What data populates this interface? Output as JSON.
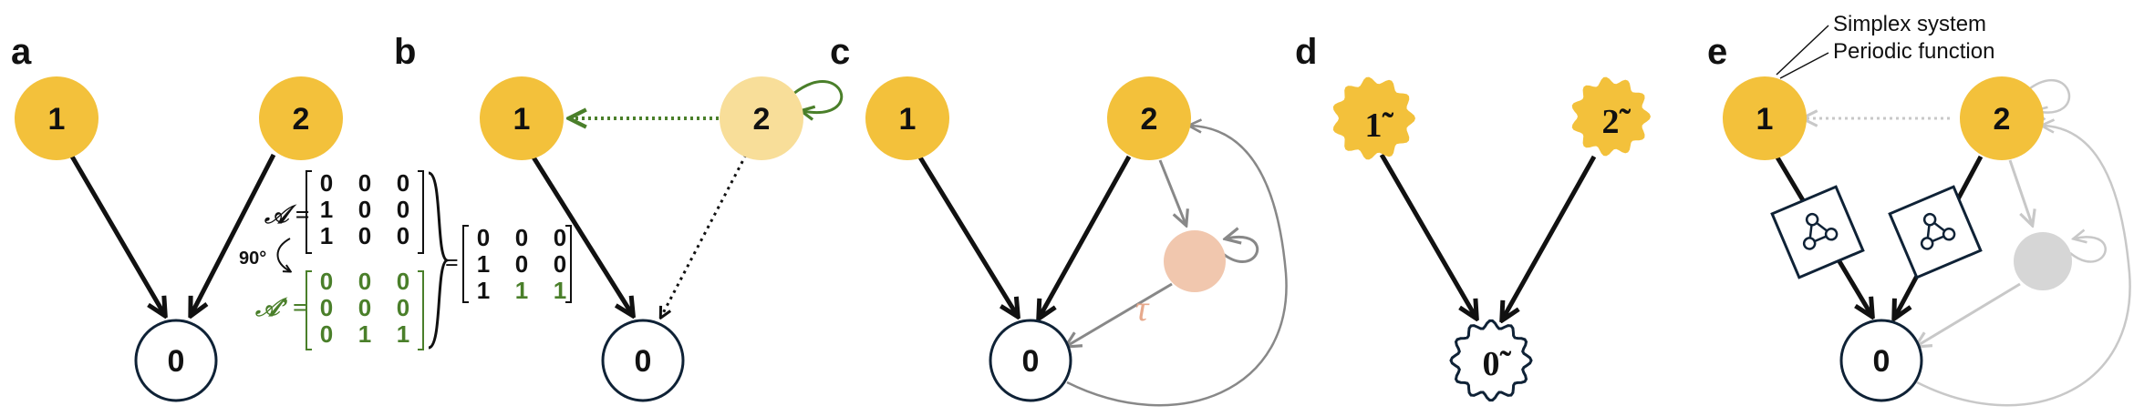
{
  "colors": {
    "node_gold": "#F3C13B",
    "node_light": "#F8DE99",
    "node_peach": "#F1C7AE",
    "node_gray": "#D6D6D6",
    "edge_dark": "#111111",
    "edge_green": "#4A7F2A",
    "edge_gray": "#888888",
    "edge_light": "#C8C8C8",
    "node_outline": "#0F2236",
    "tau": "#E7A98C"
  },
  "panels": {
    "a": {
      "label": "a",
      "nodes": [
        "1",
        "2",
        "0"
      ]
    },
    "b": {
      "label": "b",
      "nodes": [
        "1",
        "2",
        "0"
      ],
      "matrix_A_name": "𝒜 =",
      "matrix_A": [
        [
          "0",
          "0",
          "0"
        ],
        [
          "1",
          "0",
          "0"
        ],
        [
          "1",
          "0",
          "0"
        ]
      ],
      "rotation_label": "90°",
      "matrix_A_prime_name": "𝒜’ =",
      "matrix_A_prime": [
        [
          "0",
          "0",
          "0"
        ],
        [
          "0",
          "0",
          "0"
        ],
        [
          "0",
          "1",
          "1"
        ]
      ],
      "equals": "=",
      "matrix_sum": [
        [
          "0",
          "0",
          "0"
        ],
        [
          "1",
          "0",
          "0"
        ],
        [
          "1",
          "1",
          "1"
        ]
      ]
    },
    "c": {
      "label": "c",
      "nodes": [
        "1",
        "2",
        "0"
      ],
      "delay_label": "τ"
    },
    "d": {
      "label": "d",
      "nodes": [
        "1̃",
        "2̃",
        "0̃"
      ]
    },
    "e": {
      "label": "e",
      "nodes": [
        "1",
        "2",
        "0"
      ],
      "annotation_1": "Simplex system",
      "annotation_2": "Periodic function"
    }
  }
}
